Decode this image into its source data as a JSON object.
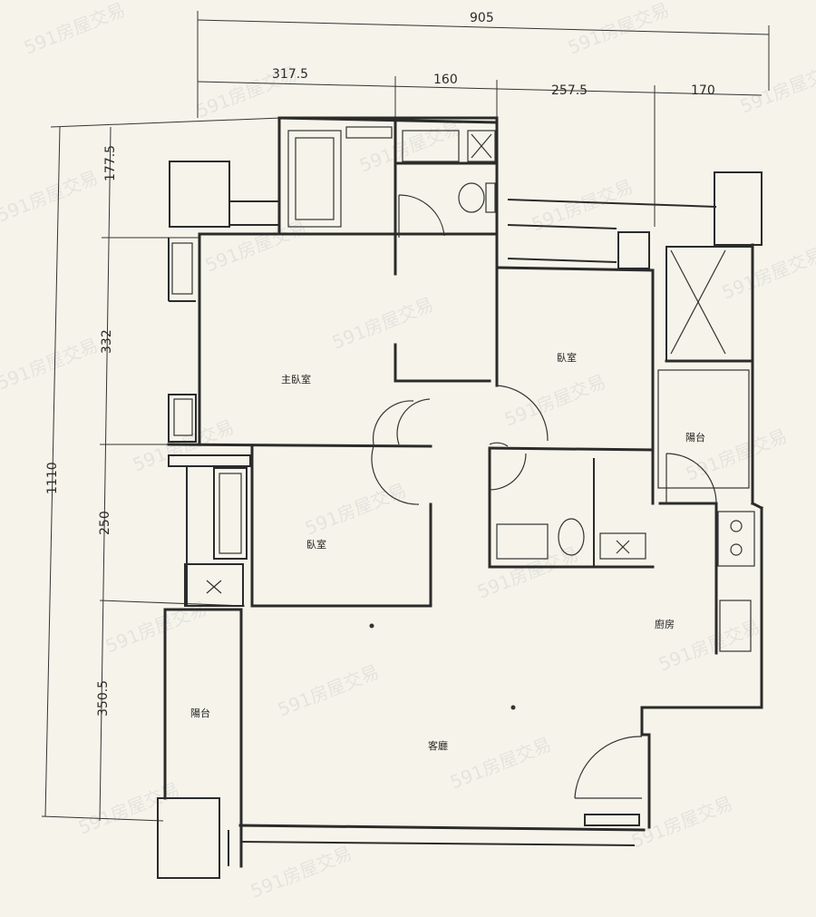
{
  "dimensions": {
    "top_total": "905",
    "top_segments": [
      "317.5",
      "160",
      "257.5",
      "170"
    ],
    "left_total": "1110",
    "left_segments": [
      "177.5",
      "332",
      "250",
      "350.5"
    ]
  },
  "rooms": {
    "master_bedroom": "主臥室",
    "bedroom_right": "臥室",
    "bedroom_left": "臥室",
    "balcony_right": "陽台",
    "balcony_left": "陽台",
    "kitchen": "廚房",
    "living_room": "客廳"
  },
  "watermark": "591房屋交易",
  "colors": {
    "background": "#f6f4ea",
    "line": "#2b2b2b"
  }
}
